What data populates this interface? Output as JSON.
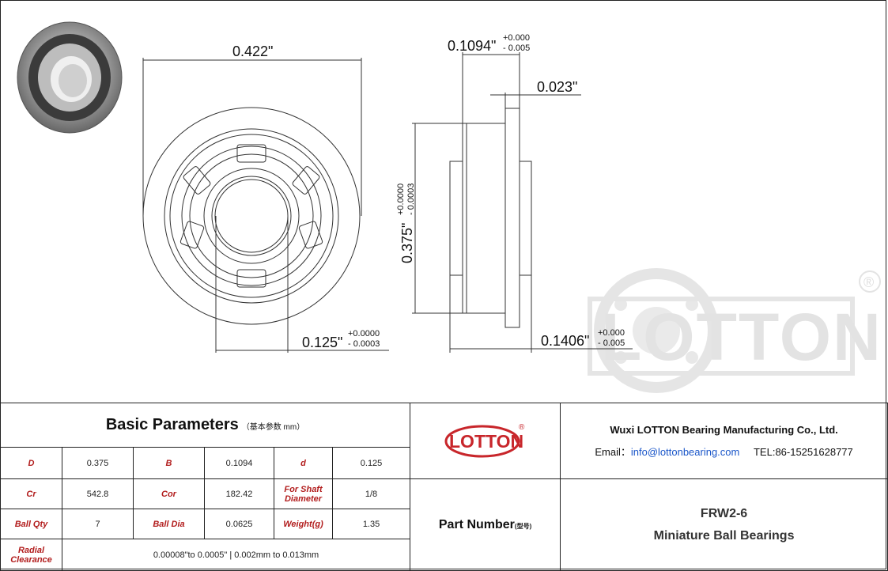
{
  "drawing": {
    "front_width": "0.422\"",
    "bore": "0.125\"",
    "bore_tol_plus": "+0.0000",
    "bore_tol_minus": "- 0.0003",
    "side_width": "0.1094\"",
    "side_width_tol_plus": "+0.000",
    "side_width_tol_minus": "- 0.005",
    "flange_thickness": "0.023\"",
    "outer_diameter": "0.375\"",
    "od_tol_plus": "+0.0000",
    "od_tol_minus": "- 0.0003",
    "total_width": "0.1406\"",
    "total_width_tol_plus": "+0.000",
    "total_width_tol_minus": "- 0.005",
    "watermark": "LOTTON",
    "registered_mark": "®"
  },
  "params": {
    "title": "Basic Parameters",
    "title_sub": "（基本参数 mm）",
    "D_label": "D",
    "D_value": "0.375",
    "B_label": "B",
    "B_value": "0.1094",
    "d_label": "d",
    "d_value": "0.125",
    "Cr_label": "Cr",
    "Cr_value": "542.8",
    "Cor_label": "Cor",
    "Cor_value": "182.42",
    "shaft_label": "For Shaft Diameter",
    "shaft_value": "1/8",
    "ballqty_label": "Ball Qty",
    "ballqty_value": "7",
    "balldia_label": "Ball Dia",
    "balldia_value": "0.0625",
    "weight_label": "Weight(g)",
    "weight_value": "1.35",
    "radial_label": "Radial Clearance",
    "radial_value": "0.00008\"to 0.0005\" | 0.002mm to 0.013mm"
  },
  "company": {
    "logo_text": "LOTTON",
    "name": "Wuxi LOTTON Bearing Manufacturing Co., Ltd.",
    "email_label": "Email：",
    "email": "info@lottonbearing.com",
    "tel": "TEL:86-15251628777"
  },
  "part": {
    "label": "Part Number",
    "label_sub": "(型号)",
    "model": "FRW2-6",
    "description": "Miniature Ball Bearings"
  },
  "colors": {
    "accent_red": "#c8262b",
    "label_red": "#b21d1d",
    "link_blue": "#1a56c9",
    "watermark_gray": "#e3e3e3"
  }
}
